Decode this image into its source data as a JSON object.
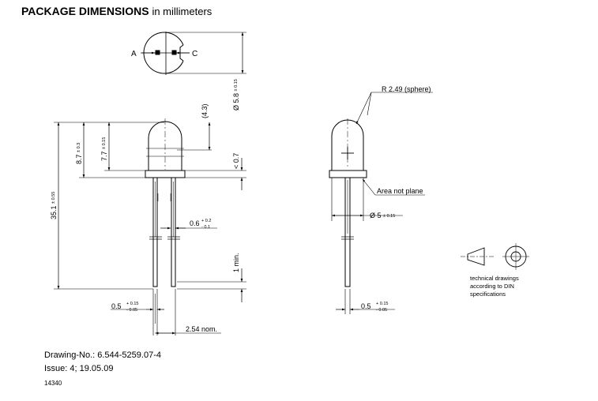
{
  "header": {
    "title_bold": "PACKAGE DIMENSIONS",
    "title_rest": "in millimeters"
  },
  "top_view": {
    "anode": "A",
    "cathode": "C",
    "dia_outer": "Ø 5.8",
    "dia_outer_tol": "± 0.15"
  },
  "side_view": {
    "dim_dome": "(4.3)",
    "dim_87": "8.7",
    "dim_87_tol": "± 0.3",
    "dim_77": "7.7",
    "dim_77_tol": "± 0.15",
    "dim_total": "35.1",
    "dim_total_tol": "± 0.55",
    "dim_flange": "< 0.7",
    "dim_lead": "0.6",
    "dim_lead_tol_plus": "+ 0.2",
    "dim_lead_tol_minus": "- 0.1",
    "dim_1min": "1 min.",
    "dim_05": "0.5",
    "dim_05_tol_plus": "+ 0.15",
    "dim_05_tol_minus": "- 0.05",
    "dim_pitch": "2.54 nom."
  },
  "front_view": {
    "radius": "R 2.49 (sphere)",
    "area": "Area not plane",
    "dia": "Ø 5",
    "dia_tol": "± 0.15",
    "dim_05": "0.5",
    "dim_05_tol_plus": "+ 0.15",
    "dim_05_tol_minus": "- 0.05"
  },
  "din_note": {
    "line1": "technical drawings",
    "line2": "according to DIN",
    "line3": "specifications"
  },
  "footer": {
    "drawing_no": "Drawing-No.: 6.544-5259.07-4",
    "issue": "Issue: 4;  19.05.09",
    "code": "14340"
  }
}
